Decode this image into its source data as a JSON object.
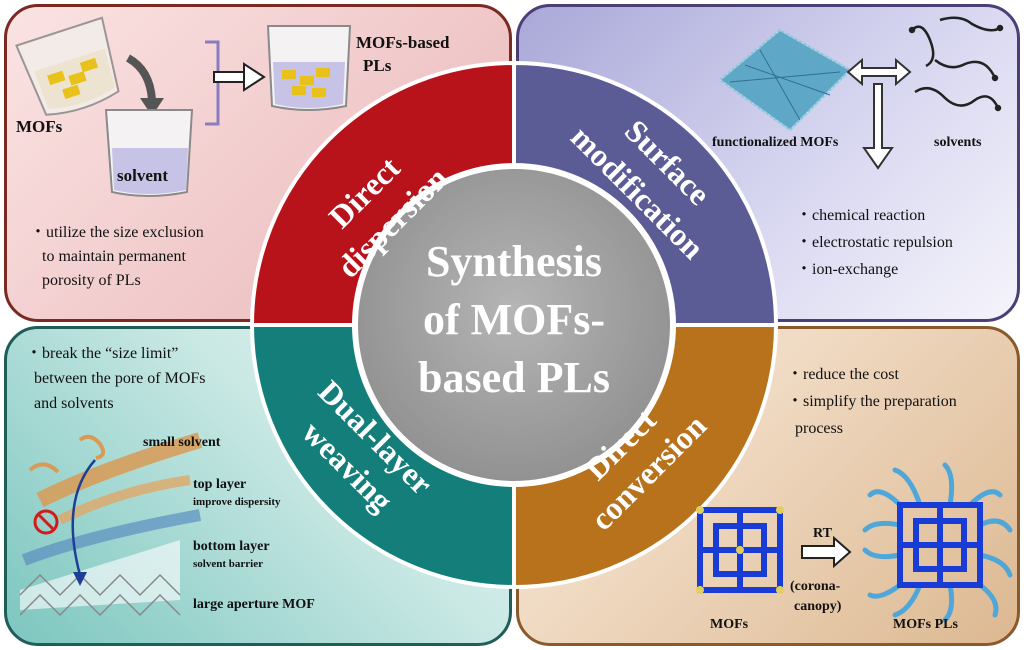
{
  "center": {
    "line1": "Synthesis",
    "line2": "of MOFs-",
    "line3": "based PLs"
  },
  "direct_dispersion": {
    "title_line1": "Direct",
    "title_line2": "dispersion",
    "mofs_label": "MOFs",
    "solvent_label": "solvent",
    "product_label_line1": "MOFs-based",
    "product_label_line2": "PLs",
    "note_line1": "・utilize the size exclusion",
    "note_line2": "to  maintain permanent",
    "note_line3": "porosity of PLs"
  },
  "surface_modification": {
    "title_line1": "Surface",
    "title_line2": "modification",
    "functionalized_label": "functionalized MOFs",
    "solvents_label": "solvents",
    "bullets": [
      "・chemical reaction",
      "・electrostatic repulsion",
      "・ion-exchange"
    ]
  },
  "dual_layer": {
    "title_line1": "Dual-layer",
    "title_line2": "weaving",
    "note_line1": "・break the “size limit”",
    "note_line2": "between the pore of MOFs",
    "note_line3": "and solvents",
    "small_solvent": "small solvent",
    "top_layer": "top layer",
    "top_layer_sub": "improve dispersity",
    "bottom_layer": "bottom layer",
    "bottom_layer_sub": "solvent barrier",
    "large_aperture": "large aperture MOF"
  },
  "direct_conversion": {
    "title_line1": "Direct",
    "title_line2": "conversion",
    "bullets": [
      "・reduce the cost",
      "・simplify the preparation",
      "  process"
    ],
    "rt_label": "RT",
    "corona_line1": "(corona-",
    "corona_line2": "canopy)",
    "mofs_label": "MOFs",
    "mofs_pls_label": "MOFs PLs"
  },
  "colors": {
    "dispersion": "#b8121a",
    "surface": "#5b5c96",
    "dual": "#137e7a",
    "conversion": "#b7721b",
    "center": "#9b9b9b"
  }
}
